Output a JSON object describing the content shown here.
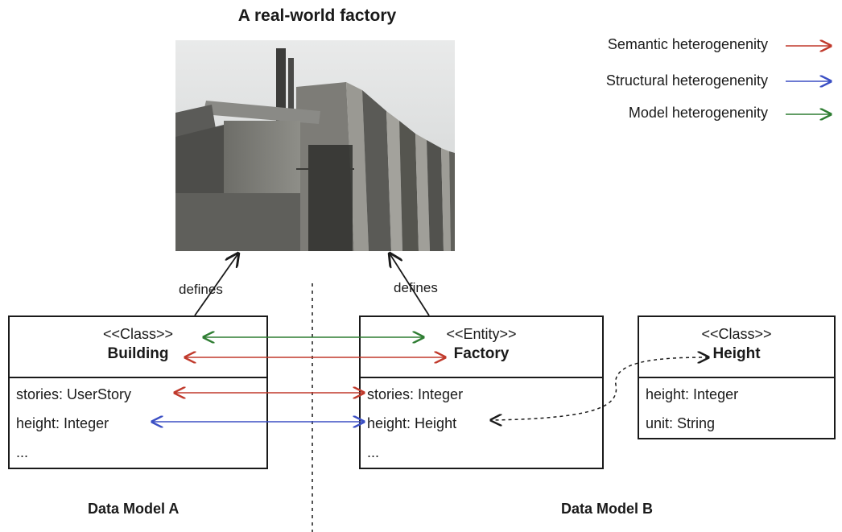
{
  "title": "A real-world factory",
  "legend": [
    {
      "label": "Semantic heterogenenity",
      "color": "#c0392b"
    },
    {
      "label": "Structural heterogenenity",
      "color": "#3b4fc4"
    },
    {
      "label": "Model heterogenenity",
      "color": "#2e7d32"
    }
  ],
  "defines_left": "defines",
  "defines_right": "defines",
  "model_a": {
    "stereotype": "<<Class>>",
    "name": "Building",
    "attributes": [
      "stories: UserStory",
      "height: Integer",
      "..."
    ]
  },
  "model_b": {
    "stereotype": "<<Entity>>",
    "name": "Factory",
    "attributes": [
      "stories: Integer",
      "height: Height",
      "..."
    ]
  },
  "model_c": {
    "stereotype": "<<Class>>",
    "name": "Height",
    "attributes": [
      "height: Integer",
      "unit: String"
    ]
  },
  "label_a": "Data Model A",
  "label_b": "Data Model B"
}
